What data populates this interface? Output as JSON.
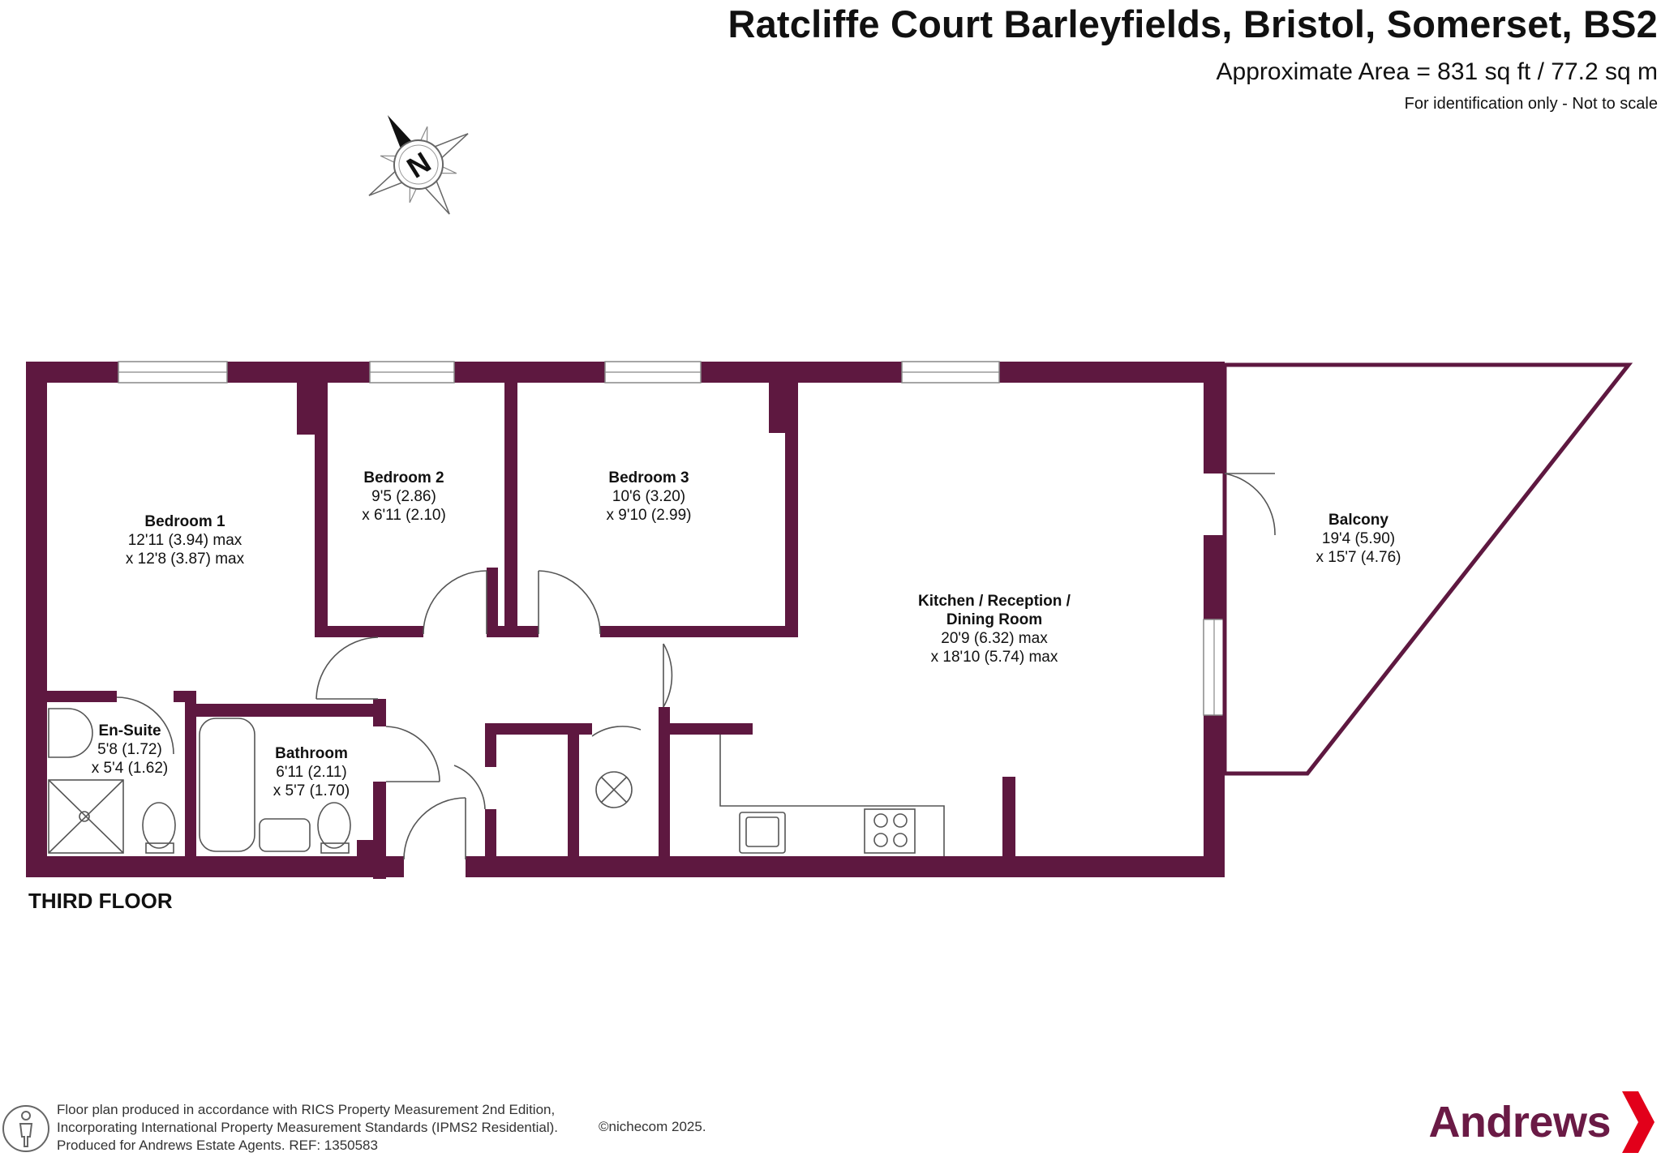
{
  "header": {
    "title": "Ratcliffe Court Barleyfields, Bristol, Somerset, BS2",
    "area": "Approximate Area = 831 sq ft / 77.2 sq m",
    "identification": "For identification only - Not to scale"
  },
  "compass": {
    "letter": "N"
  },
  "plan": {
    "floor_label": "THIRD FLOOR",
    "colors": {
      "wall": "#5e1840",
      "line": "#333333"
    },
    "rooms": [
      {
        "name": "Bedroom 1",
        "dims": [
          "12'11 (3.94) max",
          "x 12'8 (3.87) max"
        ]
      },
      {
        "name": "Bedroom 2",
        "dims": [
          "9'5 (2.86)",
          "x 6'11 (2.10)"
        ]
      },
      {
        "name": "Bedroom 3",
        "dims": [
          "10'6 (3.20)",
          "x 9'10 (2.99)"
        ]
      },
      {
        "name": "Balcony",
        "dims": [
          "19'4 (5.90)",
          "x 15'7 (4.76)"
        ]
      },
      {
        "name": "Kitchen / Reception /\nDining Room",
        "name_lines": [
          "Kitchen / Reception /",
          "Dining Room"
        ],
        "dims": [
          "20'9 (6.32) max",
          "x 18'10 (5.74) max"
        ]
      },
      {
        "name": "En-Suite",
        "dims": [
          "5'8 (1.72)",
          "x 5'4 (1.62)"
        ]
      },
      {
        "name": "Bathroom",
        "dims": [
          "6'11 (2.11)",
          "x 5'7 (1.70)"
        ]
      }
    ]
  },
  "footer": {
    "lines": [
      "Floor plan produced in accordance with RICS Property Measurement 2nd Edition,",
      "Incorporating International Property Measurement Standards (IPMS2 Residential).",
      "Produced for Andrews Estate Agents.   REF: 1350583"
    ],
    "copyright": "©nichecom 2025.",
    "brand": "Andrews",
    "brand_color": "#6a1a45",
    "accent_color": "#e2001a"
  }
}
